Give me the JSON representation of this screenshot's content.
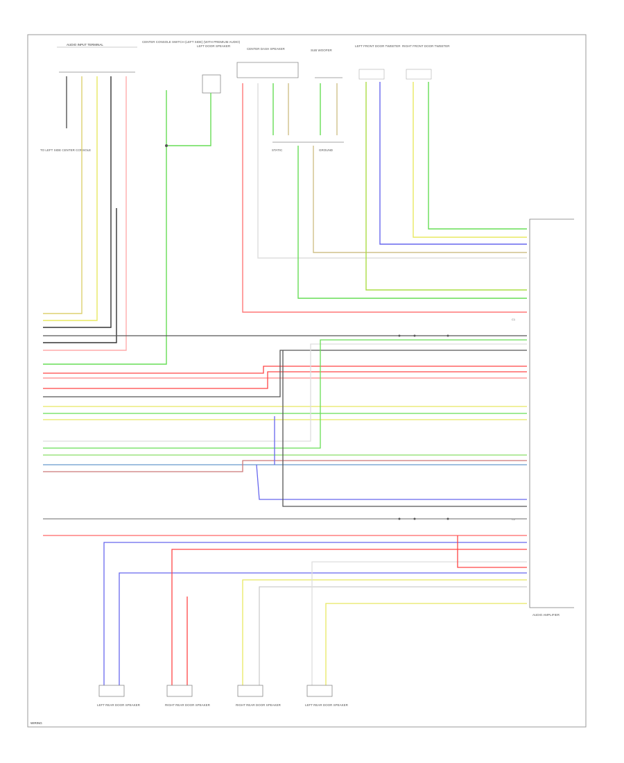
{
  "header_left": "AUDIO INPUT TERMINAL",
  "components": {
    "center_console_switch": "CENTER CONSOLE SWITCH (LEFT SIDE) (WITH PREMIUM AUDIO)",
    "left_door_speaker": "LEFT DOOR SPEAKER",
    "center_dash_speaker": "CENTER DASH SPEAKER",
    "subwoofer": "SUB WOOFER",
    "left_front_door_tweeter": "LEFT FRONT DOOR TWEETER",
    "right_front_door_tweeter": "RIGHT FRONT DOOR TWEETER",
    "audio_amplifier": "AUDIO AMPLIFIER",
    "left_rear_door_speaker": "LEFT REAR DOOR SPEAKER",
    "right_rear_door_speaker": "RIGHT REAR DOOR SPEAKER",
    "left_rear_door_speaker_2": "LEFT REAR DOOR SPEAKER",
    "right_rear_door_speaker_2": "RIGHT REAR DOOR SPEAKER"
  },
  "labels": {
    "left_note": "TO LEFT SIDE CENTER CONSOLE",
    "splice_a": "STATIC",
    "splice_b": "GROUND",
    "connector_c1": "C1",
    "connector_c2": "C2",
    "footer": "WIRING"
  },
  "colors": {
    "red": "#ff6666",
    "green": "#66dd55",
    "yellow": "#e8e860",
    "blue": "#6666ee",
    "dark": "#333333",
    "gray": "#999999",
    "light": "#cccccc",
    "tan": "#cfc08a",
    "frame": "#999999"
  }
}
